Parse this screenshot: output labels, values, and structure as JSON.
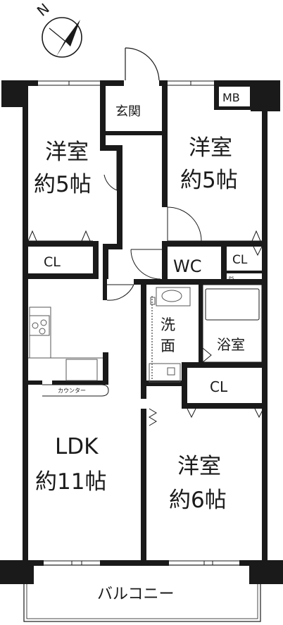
{
  "rooms": {
    "entrance": "玄関",
    "mb": "MB",
    "bedroom_nw_name": "洋室",
    "bedroom_nw_size": "約5帖",
    "bedroom_ne_name": "洋室",
    "bedroom_ne_size": "約5帖",
    "cl_w": "CL",
    "wc": "WC",
    "cl_wc": "CL",
    "ps": "PS",
    "washroom_1": "洗",
    "washroom_2": "面",
    "bathroom": "浴室",
    "counter": "カウンター",
    "cl_e": "CL",
    "ldk_name": "LDK",
    "ldk_size": "約11帖",
    "bedroom_se_name": "洋室",
    "bedroom_se_size": "約6帖",
    "balcony": "バルコニー"
  },
  "compass": {
    "label": "N"
  },
  "colors": {
    "wall": "#1a1a1a",
    "fixture": "#555555",
    "background": "#ffffff"
  }
}
